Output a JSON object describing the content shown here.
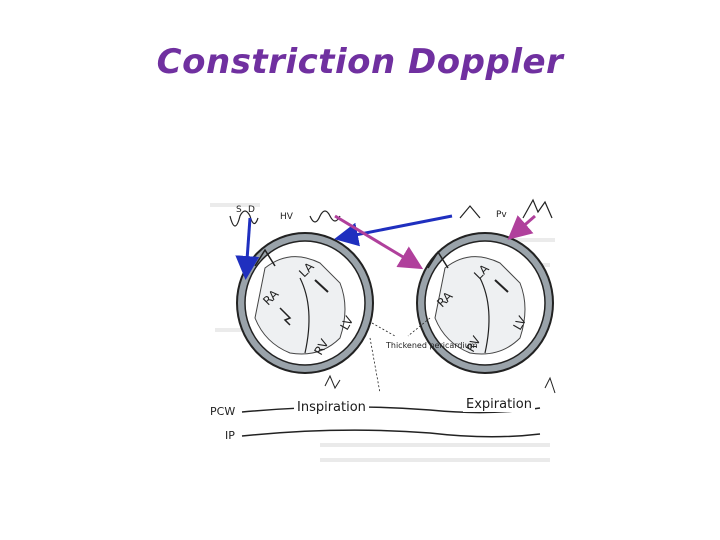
{
  "title": "Constriction Doppler",
  "colors": {
    "title": "#7030a0",
    "arrow_blue": "#1f2fbf",
    "arrow_magenta": "#b0409c",
    "diagram_ink": "#222222",
    "pericardium_fill": "#9aa3aa"
  },
  "figure": {
    "hv_wave": {
      "s_label": "S",
      "d_label": "D",
      "name": "HV"
    },
    "pv_wave": {
      "name": "Pv"
    },
    "left_heart": {
      "la": "LA",
      "ra": "RA",
      "lv": "LV",
      "rv": "RV"
    },
    "right_heart": {
      "la": "LA",
      "ra": "RA",
      "lv": "LV",
      "rv": "RV"
    },
    "pericardium_label": "Thickened pericardium",
    "pcw_label": "PCW",
    "ip_label": "IP"
  },
  "labels": {
    "inspiration": "Inspiration",
    "expiration": "Expiration"
  }
}
